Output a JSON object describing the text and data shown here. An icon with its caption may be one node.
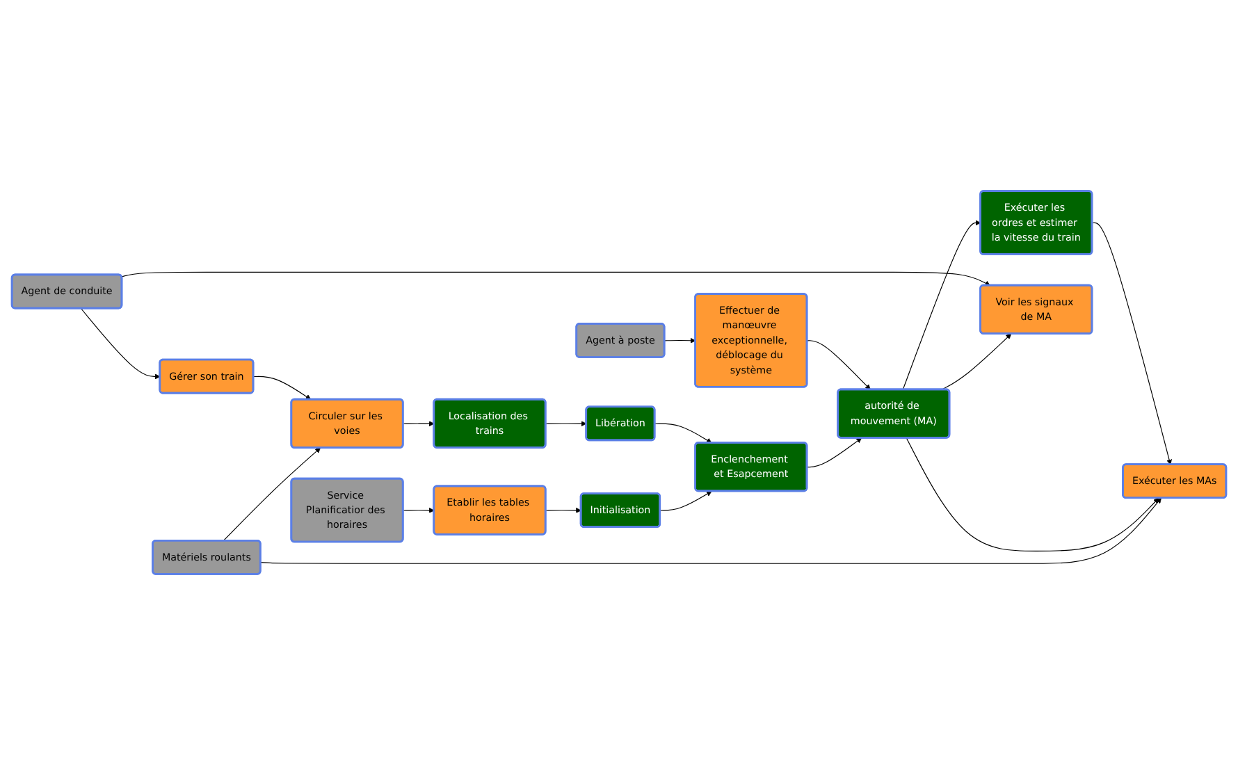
{
  "diagram": {
    "nodes": [
      {
        "text": [
          "Service Planificatior des horaires"
        ]
      },
      {
        "text": [
          "Etablir les tables horaires"
        ]
      },
      {
        "text": [
          "Initialisation"
        ]
      },
      {
        "text": [
          "Enclenchement et Esapcement"
        ]
      },
      {
        "text": [
          "Circuler sur les voies"
        ]
      },
      {
        "text": [
          "Localisation des trains"
        ]
      },
      {
        "text": [
          "Libération"
        ]
      },
      {
        "text": [
          "Matériels roulants"
        ]
      },
      {
        "text": [
          "Exécuter les MAs"
        ]
      },
      {
        "text": [
          "autorité de mouvement (MA)"
        ]
      },
      {
        "text": [
          "Agent de conduite"
        ]
      },
      {
        "text": [
          "Gérer son train"
        ]
      },
      {
        "text": [
          "Exécuter les ordres et estimer la vitesse du train"
        ]
      },
      {
        "text": [
          "Agent à poste"
        ]
      },
      {
        "text": [
          "Effectuer de manœuvre exceptionnelle, déblocage du système"
        ]
      },
      {
        "text": [
          "Voir les signaux de MA"
        ]
      }
    ],
    "edges": [
      {
        "from": 0,
        "to": 1,
        "arrow": "to"
      },
      {
        "from": 1,
        "to": 2,
        "arrow": "to"
      },
      {
        "from": 2,
        "to": 3,
        "arrow": "to"
      },
      {
        "from": 4,
        "to": 5,
        "arrow": "to"
      },
      {
        "from": 5,
        "to": 6,
        "arrow": "to"
      },
      {
        "from": 6,
        "to": 3,
        "arrow": "to"
      },
      {
        "from": 3,
        "to": 9,
        "arrow": "to"
      },
      {
        "from": 7,
        "to": 4,
        "arrow": "to"
      },
      {
        "from": 7,
        "to": 8,
        "arrow": "to"
      },
      {
        "from": 9,
        "to": 8,
        "arrow": "to"
      },
      {
        "from": 9,
        "to": 12,
        "arrow": "to"
      },
      {
        "from": 12,
        "to": 8,
        "arrow": "to"
      },
      {
        "from": 9,
        "to": 15,
        "arrow": "to"
      },
      {
        "from": 10,
        "to": 11,
        "arrow": "to"
      },
      {
        "from": 11,
        "to": 4,
        "arrow": "to"
      },
      {
        "from": 10,
        "to": 15,
        "arrow": "to"
      },
      {
        "from": 13,
        "to": 14,
        "arrow": "to"
      },
      {
        "from": 14,
        "to": 9,
        "arrow": "to"
      }
    ]
  }
}
